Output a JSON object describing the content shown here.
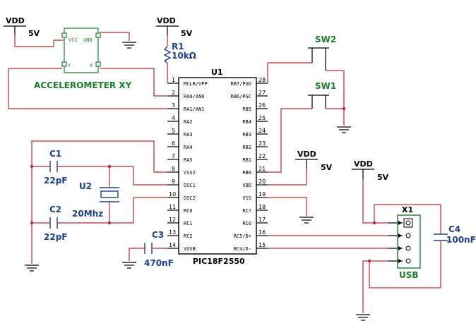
{
  "power": {
    "vdd_label": "VDD",
    "v5_label": "5V"
  },
  "accelerometer": {
    "name": "ACCELEROMETER XY",
    "pin_vcc": "VCC",
    "pin_gnd": "GND",
    "pin_y": "Y",
    "pin_x": "X"
  },
  "r1": {
    "ref": "R1",
    "value": "10kΩ"
  },
  "switches": {
    "sw1": "SW1",
    "sw2": "SW2"
  },
  "mcu": {
    "ref": "U1",
    "part": "PIC18F2550",
    "left_pins": [
      {
        "num": "1",
        "name": "MCLR/VPP"
      },
      {
        "num": "2",
        "name": "RA0/AN0"
      },
      {
        "num": "3",
        "name": "RA1/AN1"
      },
      {
        "num": "4",
        "name": "RA2"
      },
      {
        "num": "5",
        "name": "RA3"
      },
      {
        "num": "6",
        "name": "RA4"
      },
      {
        "num": "7",
        "name": "RA5"
      },
      {
        "num": "8",
        "name": "VSS2"
      },
      {
        "num": "9",
        "name": "OSC1"
      },
      {
        "num": "10",
        "name": "OSC2"
      },
      {
        "num": "11",
        "name": "RC0"
      },
      {
        "num": "12",
        "name": "RC1"
      },
      {
        "num": "13",
        "name": "RC2"
      },
      {
        "num": "14",
        "name": "VUSB"
      }
    ],
    "right_pins": [
      {
        "num": "28",
        "name": "RB7/PGD"
      },
      {
        "num": "27",
        "name": "RB6/PGC"
      },
      {
        "num": "26",
        "name": "RB5"
      },
      {
        "num": "25",
        "name": "RB4"
      },
      {
        "num": "24",
        "name": "RB3"
      },
      {
        "num": "23",
        "name": "RB2"
      },
      {
        "num": "22",
        "name": "RB1"
      },
      {
        "num": "21",
        "name": "RB0"
      },
      {
        "num": "20",
        "name": "VDD"
      },
      {
        "num": "19",
        "name": "VSS"
      },
      {
        "num": "18",
        "name": "RC7"
      },
      {
        "num": "17",
        "name": "RC6"
      },
      {
        "num": "16",
        "name": "RC5/D+"
      },
      {
        "num": "15",
        "name": "RC4/D-"
      }
    ]
  },
  "c1": {
    "ref": "C1",
    "value": "22pF"
  },
  "c2": {
    "ref": "C2",
    "value": "22pF"
  },
  "u2": {
    "ref": "U2",
    "value": "20Mhz"
  },
  "c3": {
    "ref": "C3",
    "value": "470nF"
  },
  "c4": {
    "ref": "C4",
    "value": "100nF"
  },
  "usb": {
    "ref": "X1",
    "name": "USB"
  }
}
